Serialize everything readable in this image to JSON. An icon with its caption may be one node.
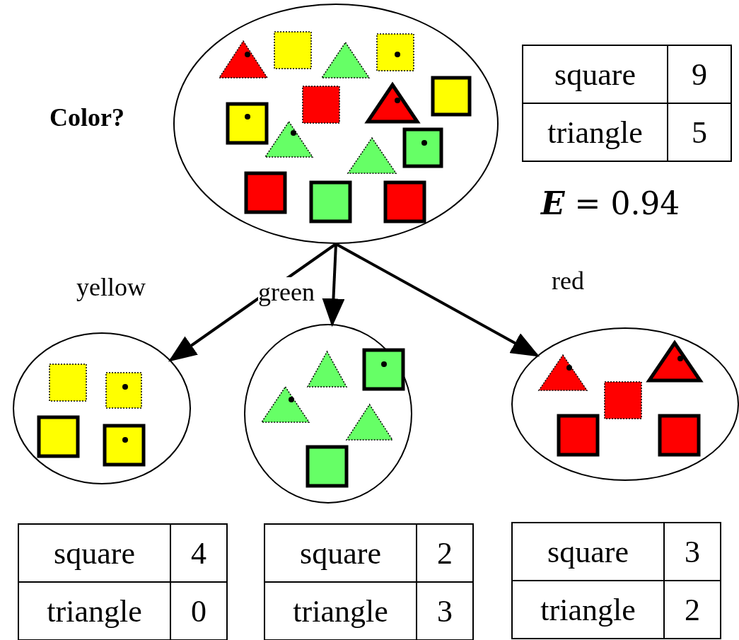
{
  "diagram": {
    "nodes": [
      {
        "text": [],
        "shape": "ellipse",
        "beside": [
          "Color?"
        ]
      },
      {
        "text": [],
        "shape": "ellipse"
      },
      {
        "text": [],
        "shape": "ellipse"
      },
      {
        "text": [],
        "shape": "ellipse"
      }
    ],
    "edges": [
      {
        "from": 0,
        "to": 1,
        "arrow": "to",
        "label": "yellow"
      },
      {
        "from": 0,
        "to": 2,
        "arrow": "to",
        "label": "green"
      },
      {
        "from": 0,
        "to": 3,
        "arrow": "to",
        "label": "red"
      }
    ],
    "labels": [
      "square",
      "9",
      "triangle",
      "5",
      "**E** = 0.94",
      "square",
      "4",
      "triangle",
      "0",
      "square",
      "2",
      "triangle",
      "3",
      "square",
      "3",
      "triangle",
      "2"
    ]
  }
}
